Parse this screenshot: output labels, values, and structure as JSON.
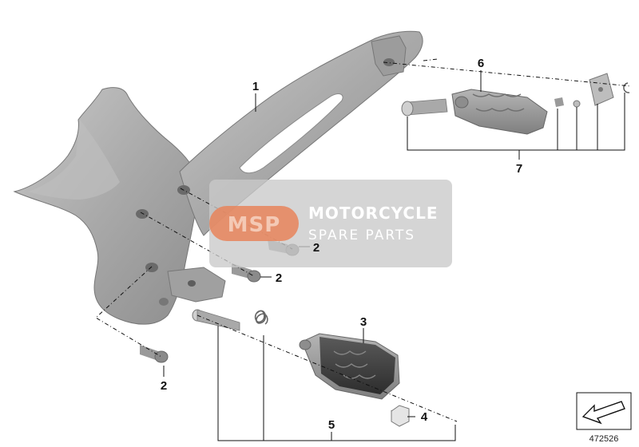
{
  "callouts": {
    "c1": "1",
    "c2a": "2",
    "c2b": "2",
    "c2c": "2",
    "c3": "3",
    "c4": "4",
    "c5": "5",
    "c6": "6",
    "c7": "7"
  },
  "watermark": {
    "logo": "MSP",
    "title": "MOTORCYCLE",
    "subtitle": "SPARE PARTS"
  },
  "document_number": "472526",
  "colors": {
    "part_gray": "#a7a7a7",
    "part_dark": "#8a8a8a",
    "watermark_bg": "#c9c9c9",
    "watermark_logo": "#e8845a",
    "line": "#111111"
  }
}
